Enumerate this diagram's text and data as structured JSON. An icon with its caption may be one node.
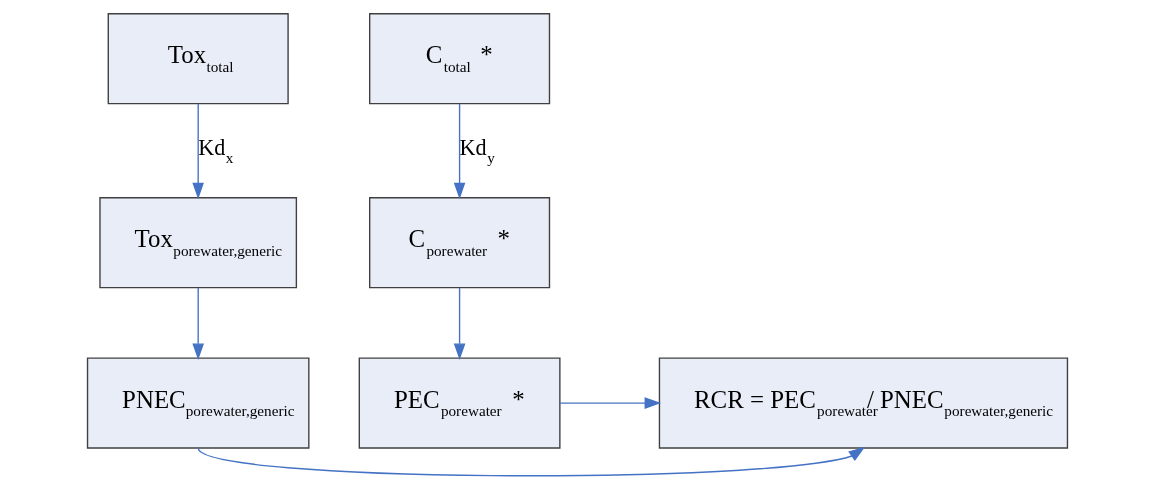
{
  "diagram": {
    "nodes": [
      {
        "text": [
          "Tox$_{total}$"
        ]
      },
      {
        "text": [
          "C$_{total}$ *"
        ]
      },
      {
        "text": [
          "Tox$_{porewater,generic}$"
        ]
      },
      {
        "text": [
          "C$_{porewater}$ *"
        ]
      },
      {
        "text": [
          "PNEC$_{porewater,generic}$"
        ]
      },
      {
        "text": [
          "PEC$_{porewater}$ *"
        ]
      },
      {
        "text": [
          "RCR = PEC$_{porewater}$/ PNEC$_{porewater,generic}$"
        ]
      }
    ],
    "edges": [
      {
        "from": 0,
        "to": 2,
        "arrow": "to",
        "label": "Kd$_{x}$"
      },
      {
        "from": 1,
        "to": 3,
        "arrow": "to",
        "label": "Kd$_{y}$"
      },
      {
        "from": 2,
        "to": 4,
        "arrow": "to"
      },
      {
        "from": 3,
        "to": 5,
        "arrow": "to"
      },
      {
        "from": 5,
        "to": 6,
        "arrow": "to"
      },
      {
        "from": 4,
        "to": 6,
        "arrow": "to"
      }
    ]
  }
}
